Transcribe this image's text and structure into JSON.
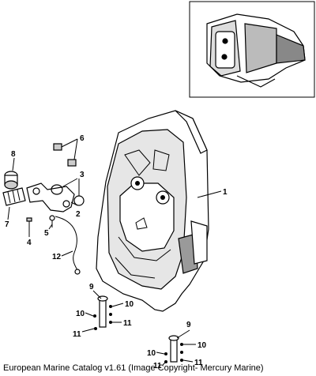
{
  "callouts": [
    {
      "label": "1"
    },
    {
      "label": "2"
    },
    {
      "label": "3"
    },
    {
      "label": "4"
    },
    {
      "label": "5"
    },
    {
      "label": "6"
    },
    {
      "label": "7"
    },
    {
      "label": "8"
    },
    {
      "label": "9"
    },
    {
      "label": "10"
    },
    {
      "label": "10"
    },
    {
      "label": "11"
    },
    {
      "label": "11"
    },
    {
      "label": "12"
    },
    {
      "label": "9"
    },
    {
      "label": "10"
    },
    {
      "label": "10"
    },
    {
      "label": "11"
    },
    {
      "label": "11"
    }
  ],
  "caption": "European Marine Catalog v1.61 (Image Copyright- Mercury Marine)",
  "colors": {
    "line": "#000000",
    "housing_fill": "#ffffff",
    "shade": "#9a9a9a"
  }
}
